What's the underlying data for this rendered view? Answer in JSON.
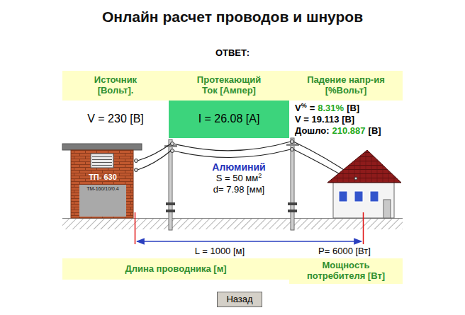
{
  "diagram": {
    "title": "Онлайн расчет проводов и шнуров",
    "nodes": [
      {
        "text": [
          "Источник [Вольт]."
        ]
      },
      {
        "text": [
          "Протекающий Ток [Ампер]"
        ]
      },
      {
        "text": [
          "Падение напр-ия [%Вольт]"
        ]
      },
      {
        "text": [
          "I = 26.08 [A]"
        ]
      },
      {
        "text": [
          "ТП- 630",
          "ТМ-160/10/0.4"
        ]
      },
      {
        "text": [
          "Длина проводника [м]"
        ]
      },
      {
        "text": [
          "Мощность потребителя [Вт]"
        ]
      },
      {
        "text": [
          "Назад"
        ]
      }
    ],
    "labels": [
      "ОТВЕТ:",
      "V = 230 [В]",
      "V",
      "%",
      "=",
      "8.31%",
      "[В]",
      "V = 19.113 [В]",
      "Дошло:",
      "210.887",
      "[В]",
      "Алюминий",
      "S = 50 мм",
      "2",
      "d= 7.98 [мм]",
      "L = 1000 [м]",
      "P= 6000 [Вт]"
    ]
  }
}
